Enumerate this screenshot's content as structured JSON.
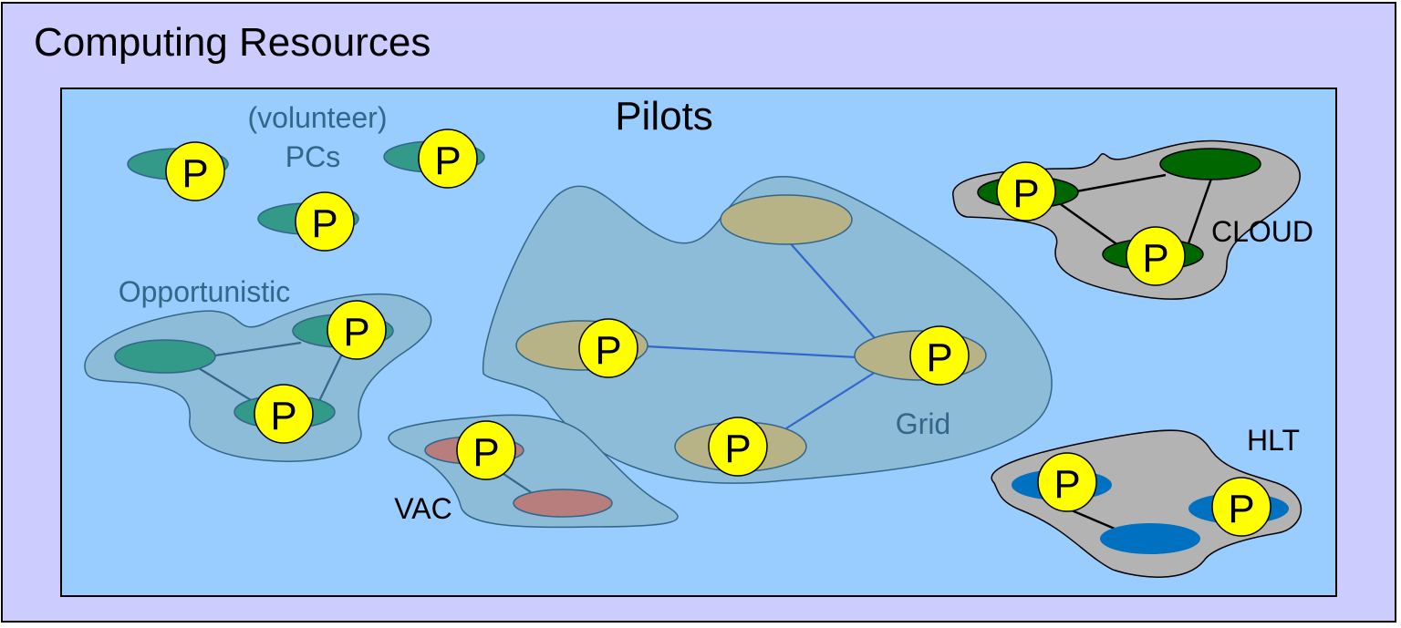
{
  "outer_title": "Computing Resources",
  "inner_title": "Pilots",
  "pilot_label": "P",
  "regions": {
    "pcs_line1": "(volunteer)",
    "pcs_line2": "PCs",
    "opportunistic": "Opportunistic",
    "grid": "Grid",
    "vac": "VAC",
    "cloud": "CLOUD",
    "hlt": "HLT"
  },
  "colors": {
    "outer_bg": "#ccccff",
    "inner_bg": "#99ccff",
    "pilot_fill": "#ffff00",
    "pc_node": "#339988",
    "grid_node": "#b8b386",
    "vac_node": "#b87d7d",
    "cloud_node": "#006600",
    "hlt_node": "#0070c0",
    "cloud_blob": "#b3b3b3",
    "grid_blob": "#8cbcd8"
  }
}
